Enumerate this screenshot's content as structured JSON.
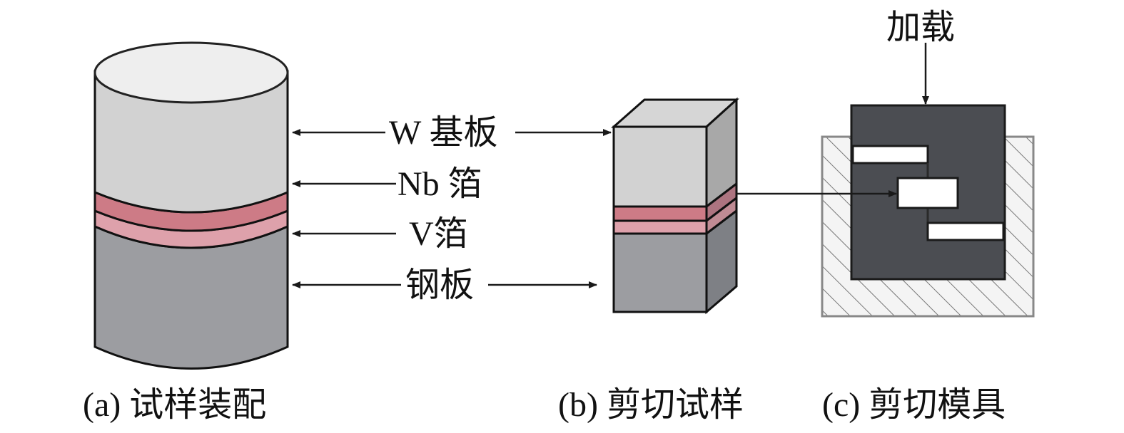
{
  "figure": {
    "labels": {
      "w_substrate": "W 基板",
      "nb_foil": "Nb 箔",
      "v_foil": "V箔",
      "steel_plate": "钢板",
      "load": "加载"
    },
    "captions": {
      "a": "(a) 试样装配",
      "b": "(b) 剪切试样",
      "c": "(c) 剪切模具"
    },
    "colors": {
      "w_layer": "#d2d2d2",
      "w_top": "#eeeeee",
      "nb_layer": "#cd7b86",
      "v_layer": "#dea1ab",
      "steel_layer": "#9c9da1",
      "punch": "#4b4d52",
      "die_hatch": "#f4f4f4",
      "slot": "#ffffff",
      "arrow": "#1a1a1a"
    }
  }
}
